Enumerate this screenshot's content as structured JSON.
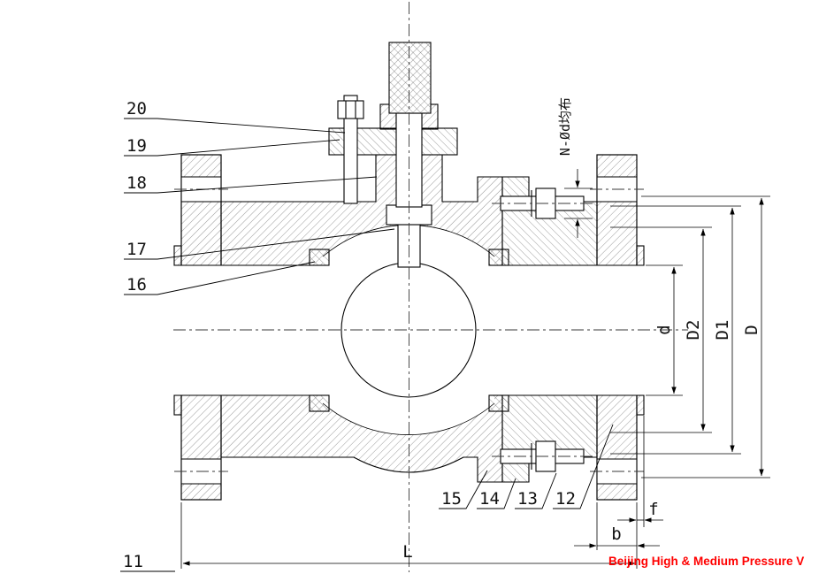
{
  "callouts": {
    "n20": "20",
    "n19": "19",
    "n18": "18",
    "n17": "17",
    "n16": "16",
    "n15": "15",
    "n14": "14",
    "n13": "13",
    "n12": "12",
    "n11": "11"
  },
  "dimensions": {
    "bolt_note": "N-Ød均布",
    "bore": "d",
    "raised_face_dia": "D2",
    "bolt_circle_dia": "D1",
    "outer_dia": "D",
    "length": "L",
    "flange_thickness": "b",
    "raised_face_height": "f"
  },
  "watermark": {
    "text": "Beijing High & Medium Pressure V",
    "color": "#ff0000"
  },
  "colors": {
    "line": "#000000",
    "background": "#ffffff"
  }
}
